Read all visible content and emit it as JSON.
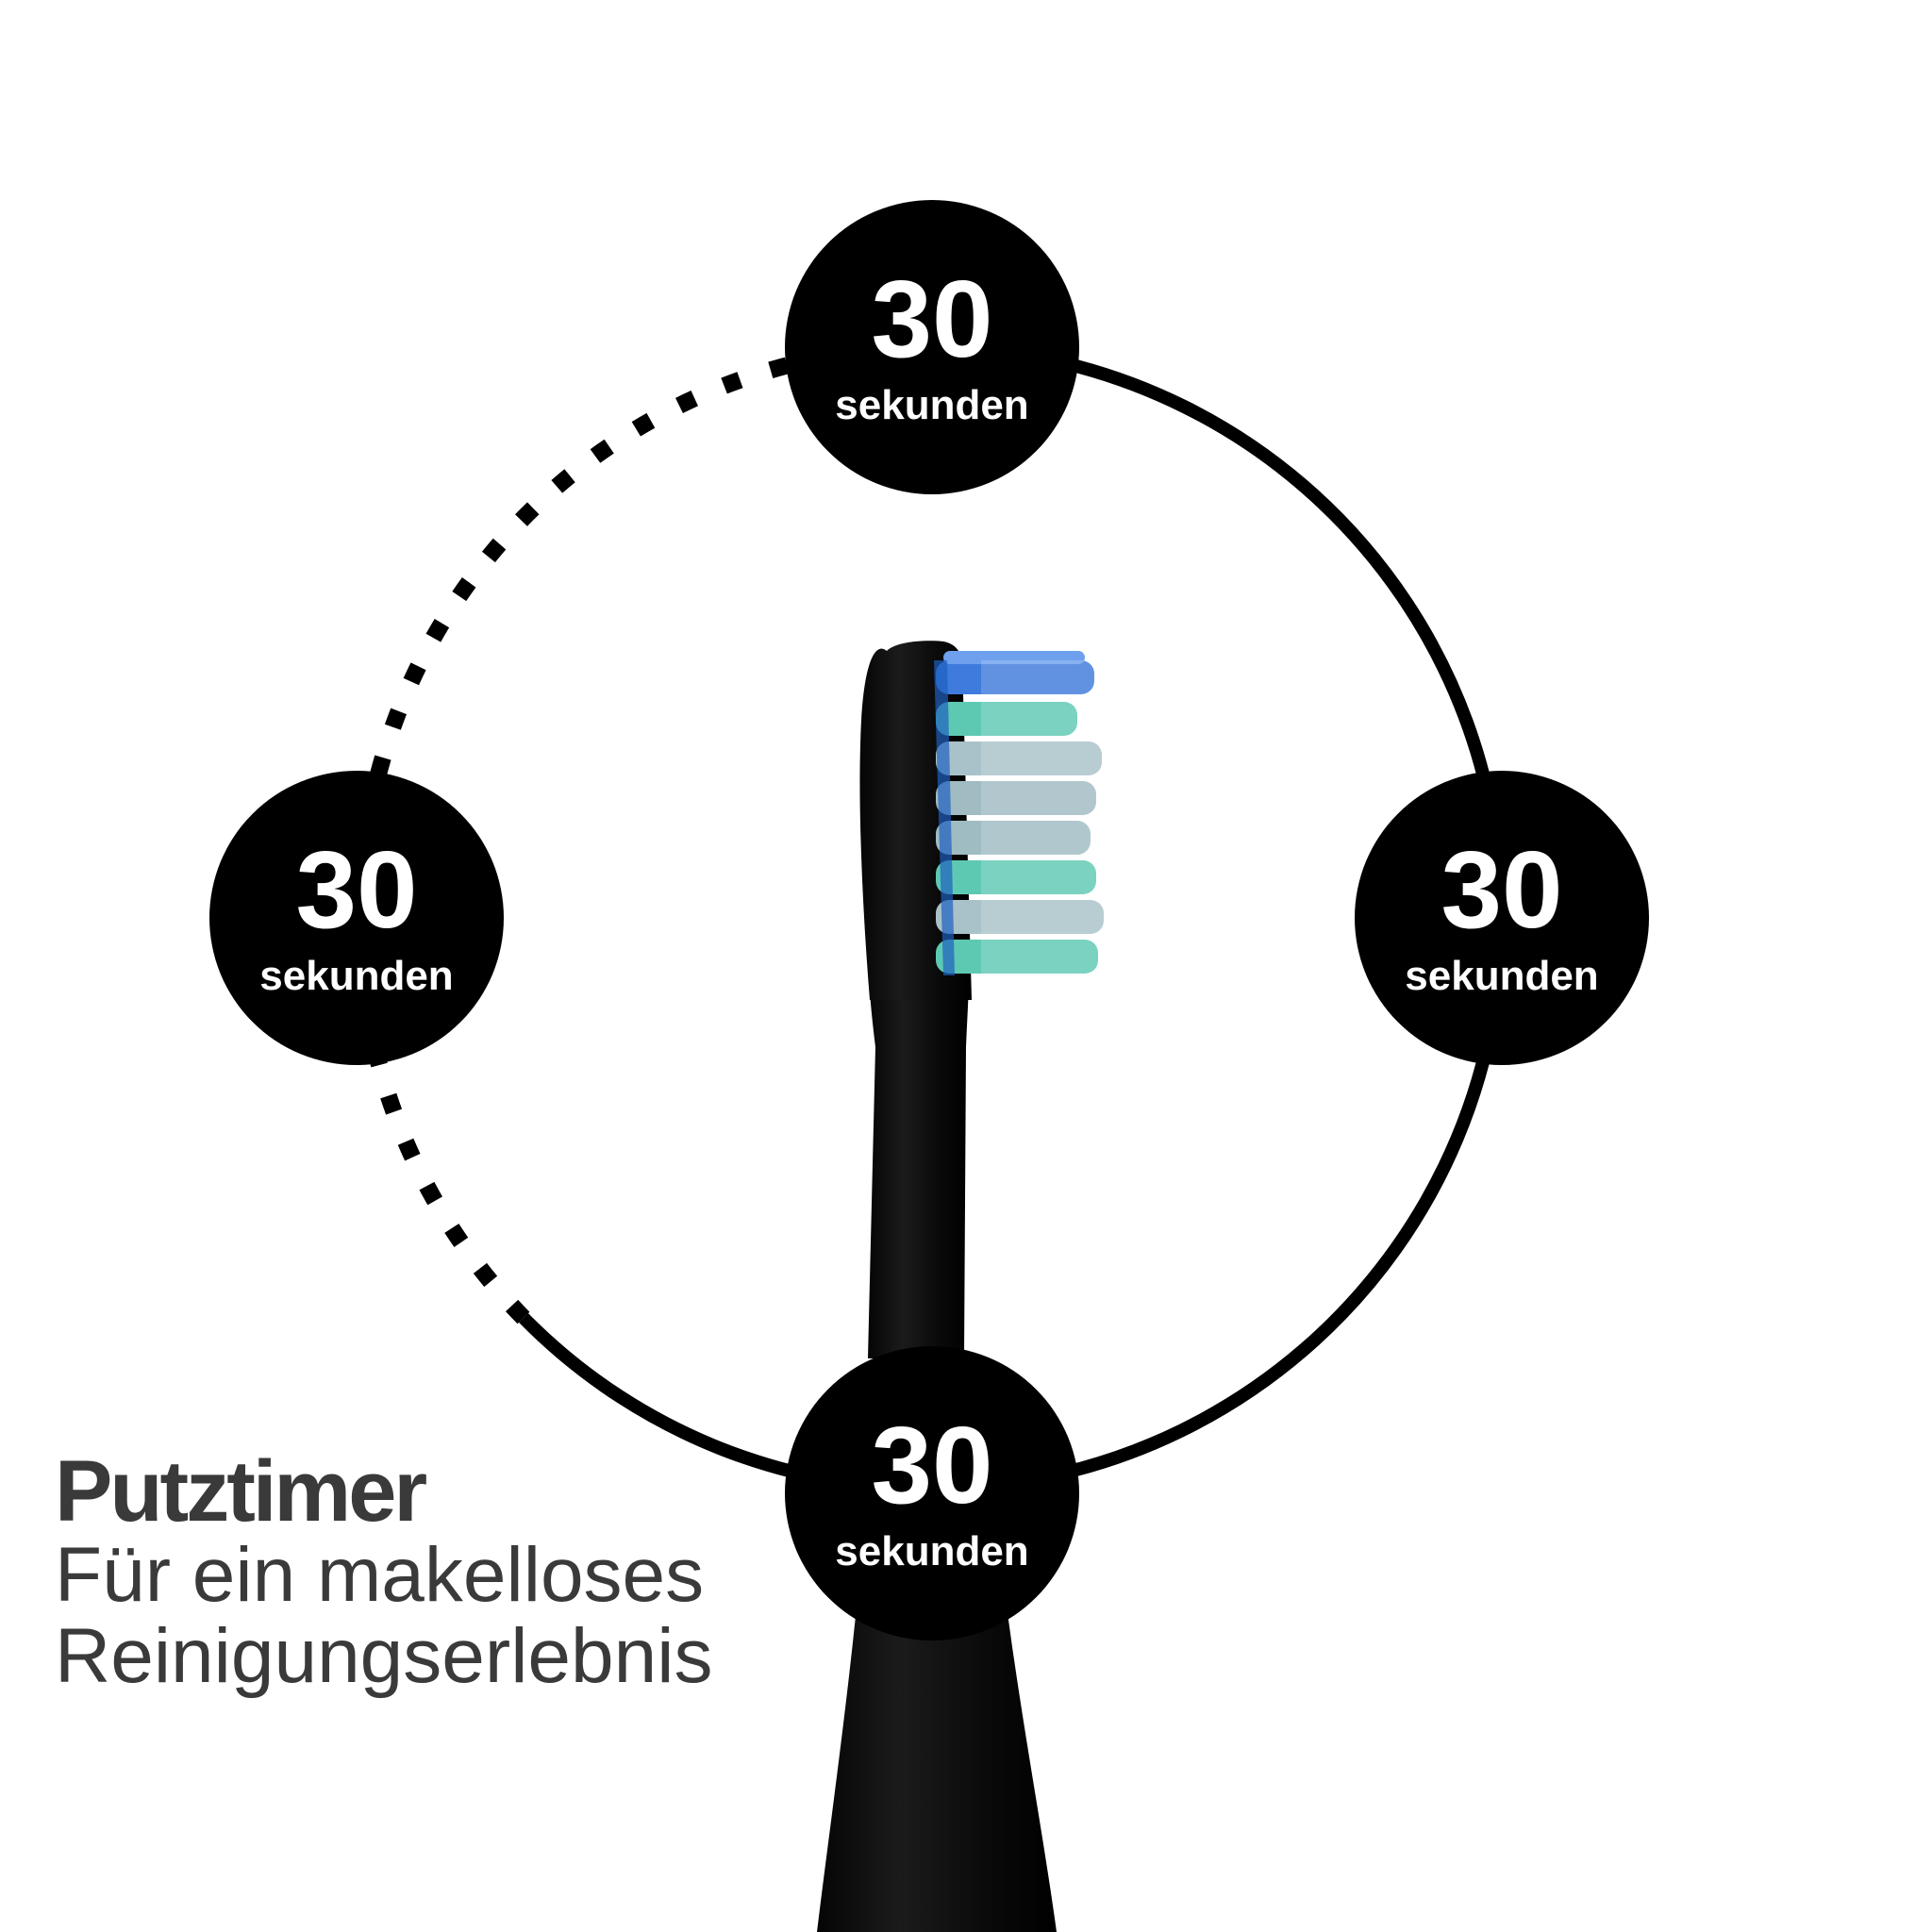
{
  "badges": {
    "top": {
      "number": "30",
      "unit": "sekunden"
    },
    "left": {
      "number": "30",
      "unit": "sekunden"
    },
    "right": {
      "number": "30",
      "unit": "sekunden"
    },
    "bottom": {
      "number": "30",
      "unit": "sekunden"
    }
  },
  "caption": {
    "title": "Putztimer",
    "subtitle_line1": "Für ein makelloses",
    "subtitle_line2": "Reinigungserlebnis"
  },
  "colors": {
    "background": "#ffffff",
    "badge": "#000000",
    "badge_text": "#ffffff",
    "caption_text": "#3a3a3a",
    "bristle_blue": "#3f7bdc",
    "bristle_teal": "#5ec9b3",
    "bristle_grey": "#a9c2c9"
  },
  "icons": {
    "product": "toothbrush-head-icon"
  }
}
